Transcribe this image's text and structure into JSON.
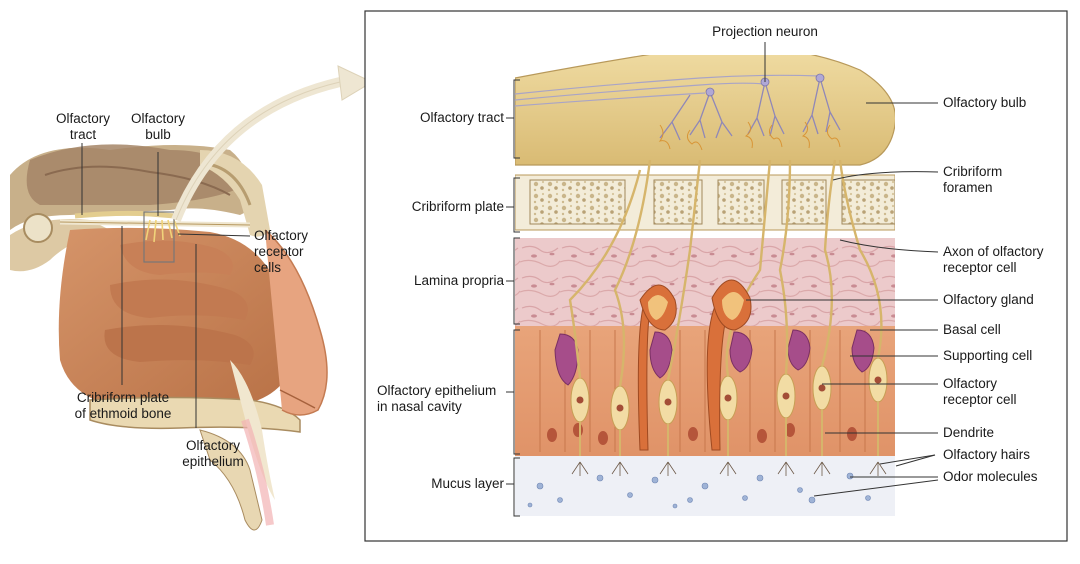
{
  "left_view": {
    "olfactory_tract": "Olfactory\ntract",
    "olfactory_bulb": "Olfactory\nbulb",
    "olfactory_receptor_cells": "Olfactory\nreceptor\ncells",
    "cribriform_plate_ethmoid": "Cribriform plate\nof ethmoid bone",
    "olfactory_epithelium": "Olfactory\nepithelium"
  },
  "detail_view": {
    "left_labels": {
      "olfactory_tract": "Olfactory tract",
      "cribriform_plate": "Cribriform plate",
      "lamina_propria": "Lamina propria",
      "olfactory_epithelium": "Olfactory epithelium\nin nasal cavity",
      "mucus_layer": "Mucus layer"
    },
    "top_label": "Projection neuron",
    "right_labels": {
      "olfactory_bulb": "Olfactory bulb",
      "cribriform_foramen": "Cribriform\nforamen",
      "axon": "Axon of olfactory\nreceptor cell",
      "olfactory_gland": "Olfactory gland",
      "basal_cell": "Basal cell",
      "supporting_cell": "Supporting cell",
      "olfactory_receptor_cell": "Olfactory\nreceptor cell",
      "dendrite": "Dendrite",
      "olfactory_hairs": "Olfactory hairs",
      "odor_molecules": "Odor molecules"
    }
  },
  "colors": {
    "bulb": "#e7cf8e",
    "bone": "#efe6cf",
    "lamina": "#ecc7c6",
    "epithelium": "#e9a77d",
    "receptor": "#f2dca4",
    "basal": "#a64d8a",
    "gland": "#d9703a",
    "mucus": "#eef0f6",
    "nasal": "#cc8a5c"
  }
}
